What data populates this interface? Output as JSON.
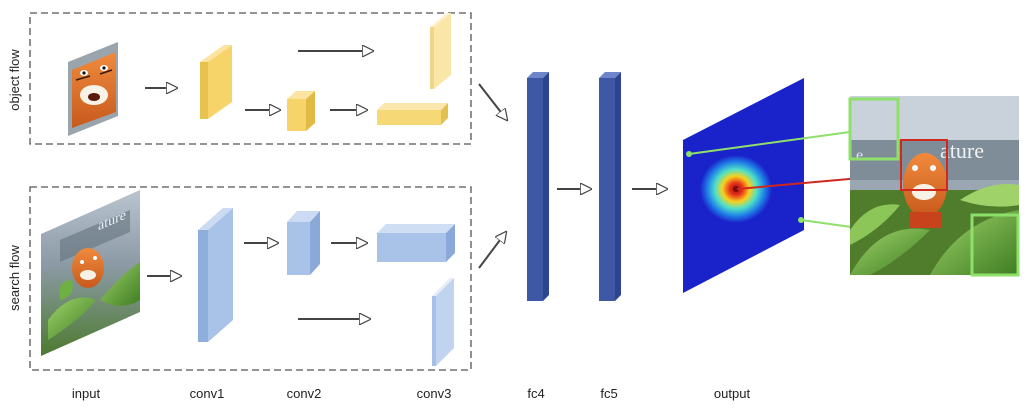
{
  "flows": {
    "object": "object flow",
    "search": "search flow"
  },
  "labels": {
    "input": "input",
    "conv1": "conv1",
    "conv2": "conv2",
    "conv3": "conv3",
    "fc4": "fc4",
    "fc5": "fc5",
    "output": "output"
  },
  "colors": {
    "object_block": "#f7d774",
    "object_block_light": "#fae7a8",
    "search_block": "#a9c3e8",
    "fc_block": "#3f58a6",
    "box_green": "#8ee06a",
    "target_red": "#d0281f",
    "heatmap_bg": "#1a22c9",
    "dashed_border": "#555555"
  },
  "icons": {
    "object_image": "tiger-mascot-crop",
    "search_image": "tiger-mascot-scene"
  }
}
